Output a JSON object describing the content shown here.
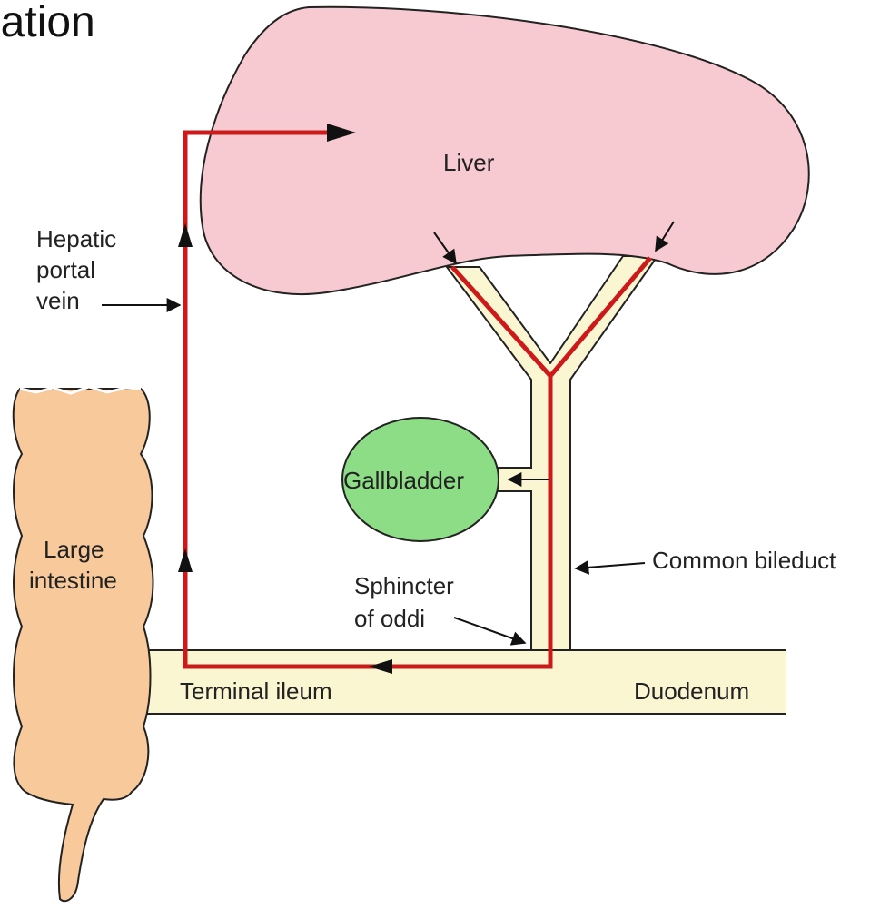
{
  "title_fragment": "lation",
  "labels": {
    "liver": "Liver",
    "hepatic_portal_vein": [
      "Hepatic",
      "portal",
      "vein"
    ],
    "gallbladder": "Gallbladder",
    "large_intestine": [
      "Large",
      "intestine"
    ],
    "sphincter": [
      "Sphincter",
      "of oddi"
    ],
    "common_bile_duct": "Common bileduct",
    "terminal_ileum": "Terminal ileum",
    "duodenum": "Duodenum"
  },
  "colors": {
    "liver_fill": "#f7c9d0",
    "duct_fill": "#fbf6d2",
    "gallbladder_fill": "#8ddc86",
    "intestine_fill": "#f8c99a",
    "circulation_path": "#cc1a1a",
    "outline": "#222222"
  }
}
